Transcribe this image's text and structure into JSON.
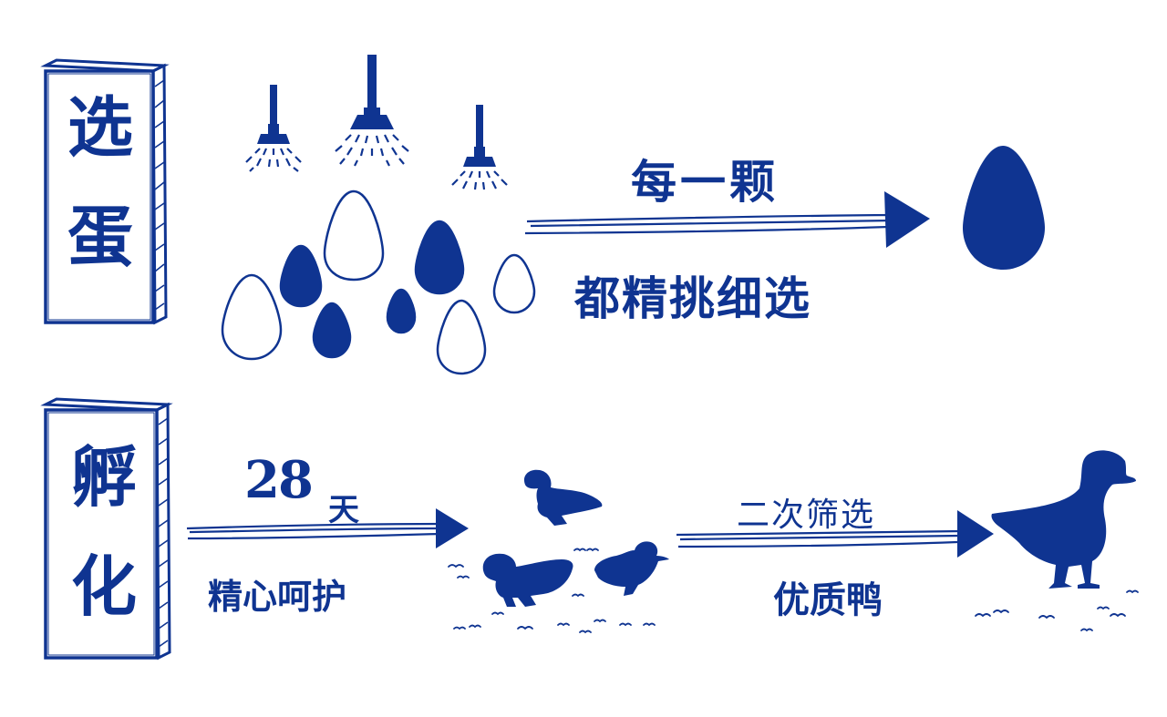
{
  "colors": {
    "primary": "#0f3491",
    "background": "#ffffff"
  },
  "section_select": {
    "label_top": "选",
    "label_bottom": "蛋",
    "caption_top": "每一颗",
    "caption_bottom": "都精挑细选"
  },
  "section_hatch": {
    "label_top": "孵",
    "label_bottom": "化",
    "days_number": "28",
    "days_unit": "天",
    "caption_care": "精心呵护",
    "caption_screen": "二次筛选",
    "caption_result": "优质鸭"
  },
  "icons": [
    "lamp-icon",
    "egg-icon",
    "duckling-icon",
    "duck-icon",
    "arrow-icon",
    "bird-icon"
  ]
}
